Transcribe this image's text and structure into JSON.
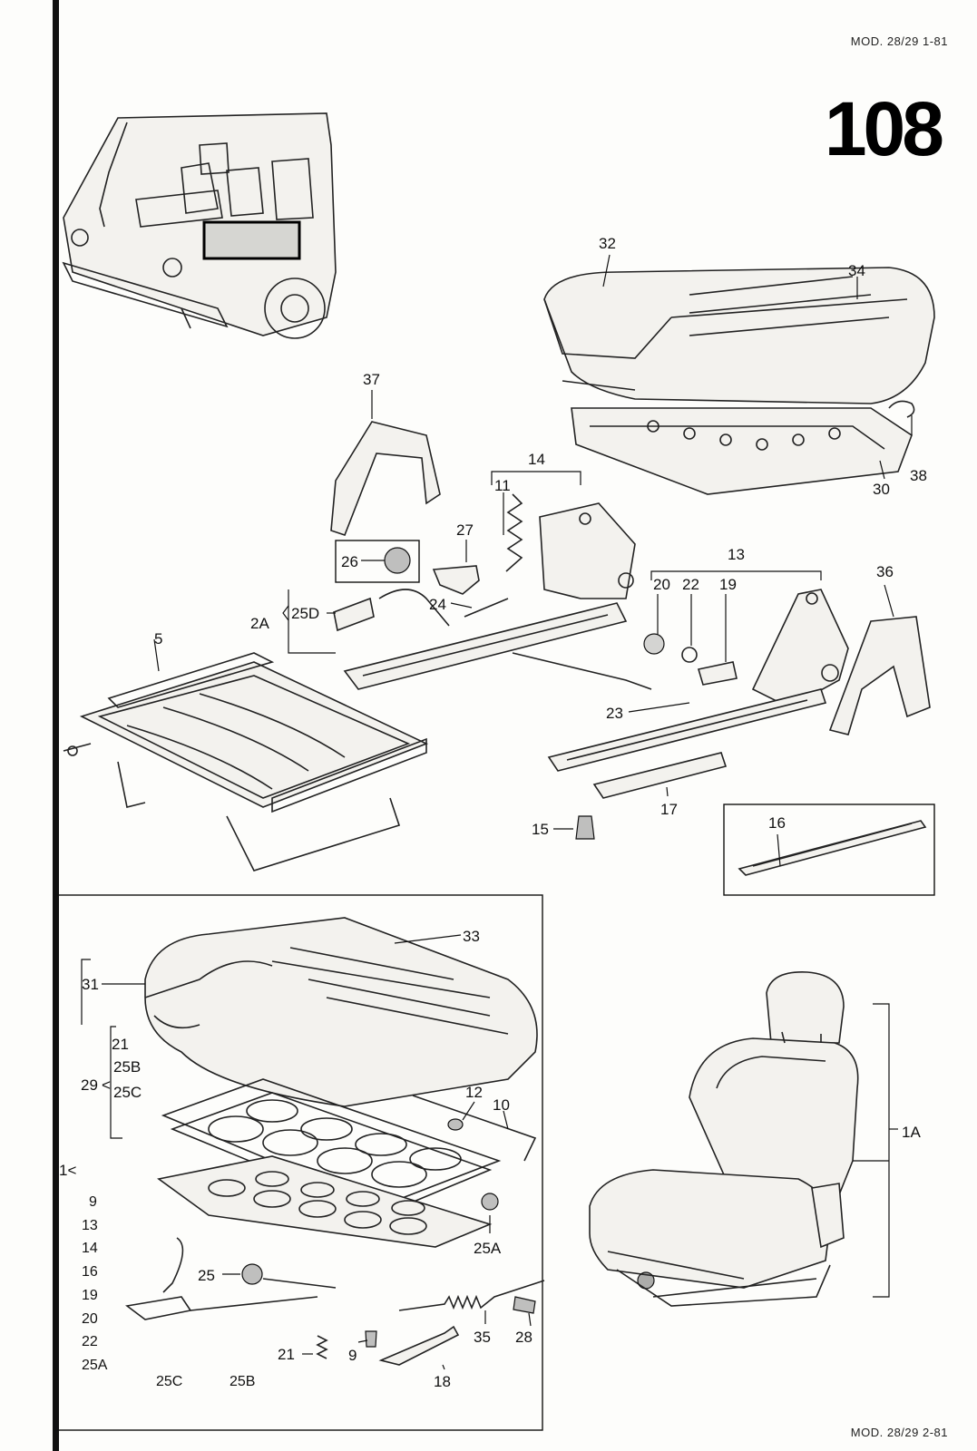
{
  "header": {
    "model_top": "MOD. 28/29  1-81",
    "page_number": "108",
    "model_bottom": "MOD. 28/29  2-81"
  },
  "callouts": {
    "c32": "32",
    "c34": "34",
    "c37": "37",
    "c14": "14",
    "c11": "11",
    "c27": "27",
    "c26": "26",
    "c2A": "2A",
    "c25D": "25D",
    "c24": "24",
    "c5": "5",
    "c38": "38",
    "c30": "30",
    "c13": "13",
    "c36": "36",
    "c20": "20",
    "c22": "22",
    "c19": "19",
    "c23": "23",
    "c15": "15",
    "c17": "17",
    "c16": "16",
    "c33": "33",
    "c31": "31",
    "c21": "21",
    "c25B": "25B",
    "c29": "29",
    "c25C": "25C",
    "c12": "12",
    "c10": "10",
    "c25A": "25A",
    "c25": "25",
    "c35": "35",
    "c28": "28",
    "c21b": "21",
    "c9": "9",
    "c18": "18",
    "c1A": "1A"
  },
  "kit_list": {
    "header": "1<",
    "items": [
      "9",
      "13",
      "14",
      "16",
      "19",
      "20",
      "22",
      "25A",
      "25C",
      "25B"
    ]
  }
}
